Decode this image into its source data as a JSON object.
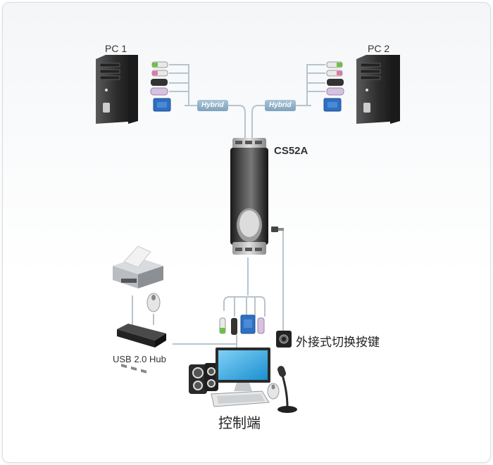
{
  "labels": {
    "pc1": "PC 1",
    "pc2": "PC 2",
    "hybrid_left": "Hybrid",
    "hybrid_right": "Hybrid",
    "device": "CS52A",
    "hub": "USB 2.0 Hub",
    "remote_switch": "外接式切换按键",
    "console": "控制端"
  },
  "colors": {
    "cable": "#b6c3cc",
    "tag": "#8fb0c8",
    "vga_blue": "#2f6fc1",
    "audio_green": "#5fbf45",
    "audio_pink": "#e06aa0",
    "device_dark": "#2b2b2b"
  }
}
